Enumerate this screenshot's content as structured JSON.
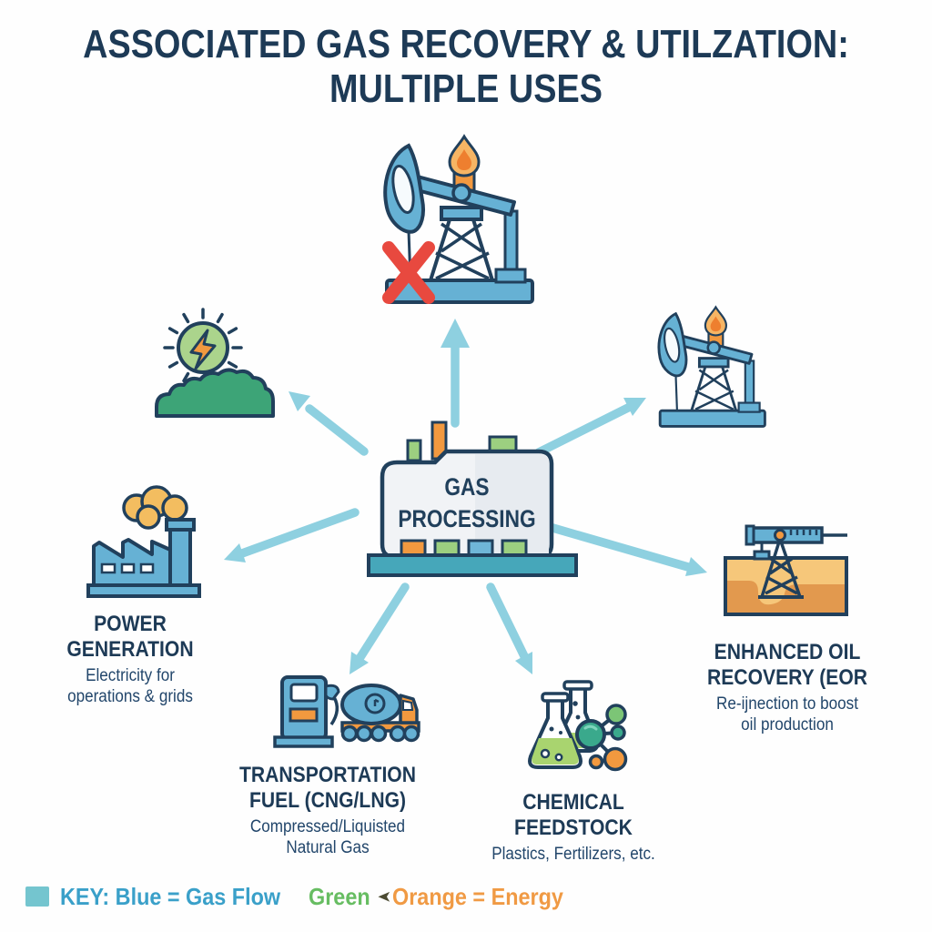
{
  "title": "ASSOCIATED GAS RECOVERY & UTILZATION:\nMULTIPLE USES",
  "center": {
    "label": "GAS\nPROCESSING"
  },
  "nodes": {
    "power": {
      "heading": "POWER\nGENERATION",
      "sub": "Electricity for\noperations & grids"
    },
    "transport": {
      "heading": "TRANSPORTATION\nFUEL (CNG/LNG)",
      "sub": "Compressed/Liquisted\nNatural Gas"
    },
    "chemical": {
      "heading": "CHEMICAL\nFEEDSTOCK",
      "sub": "Plastics, Fertilizers, etc."
    },
    "eor": {
      "heading": "ENHANCED OIL\nRECOVERY (EOR",
      "sub": "Re-ijnection to boost\noil production"
    }
  },
  "key": {
    "blue_label": "KEY: Blue = Gas Flow",
    "green_label": "Green",
    "separator": "➤",
    "orange_label": "Orange = Energy"
  },
  "icons": {
    "flaring_pumpjack": "oil pumpjack with gas flare crossed out by red X",
    "producing_pumpjack": "oil pumpjack with gas flare",
    "renewable_energy": "sun with lightning bolt over green bushes",
    "factory": "power plant with smoking chimney",
    "gas_processing_plant": "processing unit box on teal base",
    "fuel_pump_and_tanker": "fuel dispenser and tanker truck",
    "flasks_and_molecule": "chemistry flasks with molecule",
    "eor_injection": "derrick injecting into underground cross-section",
    "gas_flow_arrow": "light blue arrow"
  },
  "colors": {
    "navy_outline": "#21405c",
    "icon_blue": "#66b1d4",
    "arrow_blue": "#8ed0e0",
    "teal_base": "#46a7ba",
    "energy_orange": "#f2993f",
    "green": "#7cc576",
    "red_x": "#e8493f",
    "key_blue": "#3aa0c9",
    "key_green": "#67bd62",
    "key_orange": "#f09a44"
  }
}
